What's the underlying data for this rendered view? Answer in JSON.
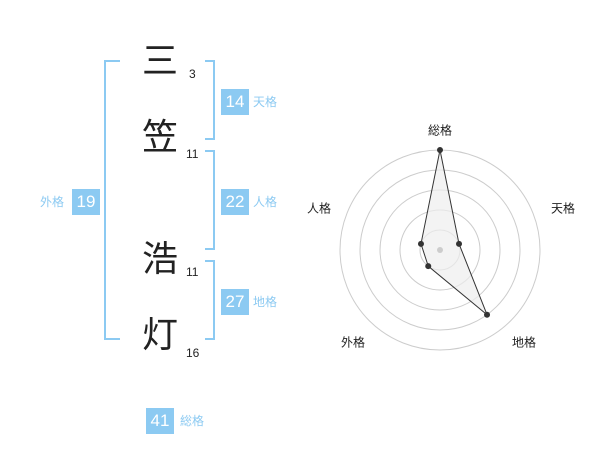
{
  "name": {
    "chars": [
      {
        "char": "三",
        "strokes": "3"
      },
      {
        "char": "笠",
        "strokes": "11"
      },
      {
        "char": "浩",
        "strokes": "11"
      },
      {
        "char": "灯",
        "strokes": "16"
      }
    ]
  },
  "fortune": {
    "tenkaku": {
      "value": "14",
      "label": "天格"
    },
    "jinkaku": {
      "value": "22",
      "label": "人格"
    },
    "chikaku": {
      "value": "27",
      "label": "地格"
    },
    "gaikaku": {
      "value": "19",
      "label": "外格"
    },
    "soukaku": {
      "value": "41",
      "label": "総格"
    }
  },
  "radar": {
    "axes": [
      "総格",
      "天格",
      "地格",
      "外格",
      "人格"
    ],
    "scores": [
      5,
      1,
      4,
      1,
      1
    ],
    "max": 5,
    "colors": {
      "accent": "#8ccaf2",
      "line": "#333333",
      "fill": "#eeeeee",
      "ring": "#cccccc"
    }
  }
}
